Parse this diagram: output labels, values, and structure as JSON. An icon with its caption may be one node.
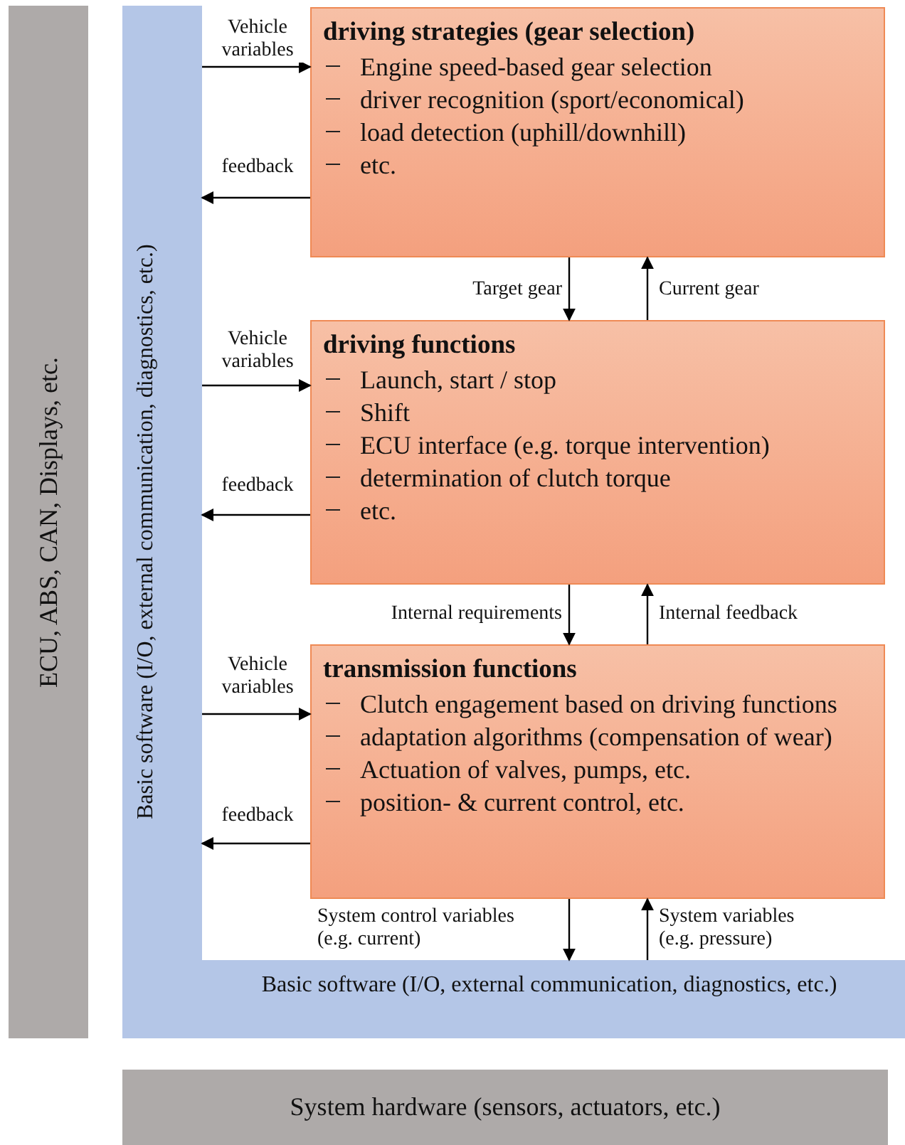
{
  "diagram": {
    "nodes": [
      {
        "text": [
          "ECU, ABS, CAN, Displays, etc."
        ]
      },
      {
        "text": [
          "Basic software (I/O, external communication, diagnostics, etc.)",
          "Basic software (I/O, external communication, diagnostics, etc.)"
        ]
      },
      {
        "text": [
          "driving strategies (gear selection)",
          "Engine speed-based gear selection",
          "driver recognition (sport/economical)",
          "load detection (uphill/downhill)",
          "etc."
        ]
      },
      {
        "text": [
          "driving functions",
          "Launch, start / stop",
          "Shift",
          "ECU  interface (e.g. torque intervention)",
          "determination of clutch torque",
          "etc."
        ]
      },
      {
        "text": [
          "transmission functions",
          "Clutch engagement based on driving functions",
          "adaptation algorithms (compensation of wear)",
          "Actuation of valves, pumps, etc.",
          "position- & current control, etc."
        ]
      },
      {
        "text": [
          "System hardware (sensors, actuators, etc.)"
        ]
      }
    ],
    "edges": [
      {
        "from": 1,
        "to": 2,
        "arrow": "to",
        "label": "Vehicle variables"
      },
      {
        "from": 2,
        "to": 1,
        "arrow": "to",
        "label": "feedback"
      },
      {
        "from": 2,
        "to": 3,
        "arrow": "to",
        "label": "Target gear"
      },
      {
        "from": 3,
        "to": 2,
        "arrow": "to",
        "label": "Current gear"
      },
      {
        "from": 1,
        "to": 3,
        "arrow": "to",
        "label": "Vehicle variables"
      },
      {
        "from": 3,
        "to": 1,
        "arrow": "to",
        "label": "feedback"
      },
      {
        "from": 3,
        "to": 4,
        "arrow": "to",
        "label": "Internal requirements"
      },
      {
        "from": 4,
        "to": 3,
        "arrow": "to",
        "label": "Internal feedback"
      },
      {
        "from": 1,
        "to": 4,
        "arrow": "to",
        "label": "Vehicle variables"
      },
      {
        "from": 4,
        "to": 1,
        "arrow": "to",
        "label": "feedback"
      },
      {
        "from": 4,
        "to": 1,
        "arrow": "to",
        "label": "System control variables (e.g. current)"
      },
      {
        "from": 1,
        "to": 4,
        "arrow": "to",
        "label": "System variables (e.g. pressure)"
      }
    ]
  }
}
